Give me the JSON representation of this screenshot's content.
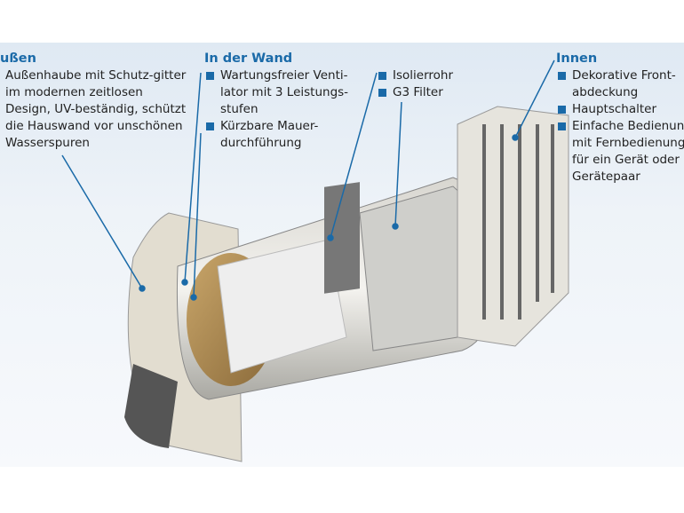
{
  "groups": [
    {
      "title": "ußen",
      "items": [
        "Außenhaube mit Schutz-gitter im modernen zeitlosen Design, UV-beständig, schützt die Hauswand vor unschönen Wasserspuren"
      ],
      "bullets": false
    },
    {
      "title": "In der Wand",
      "items": [
        "Wartungsfreier Venti-lator mit 3 Leistungs-stufen",
        "Kürzbare Mauer-durchführung"
      ],
      "bullets": true
    },
    {
      "title": "",
      "items": [
        "Isolierrohr",
        "G3 Filter"
      ],
      "bullets": true
    },
    {
      "title": "Innen",
      "items": [
        "Dekorative Front-abdeckung",
        "Hauptschalter",
        "Einfache Bedienun mit Fernbedienung für ein Gerät oder Gerätepaar"
      ],
      "bullets": true
    }
  ],
  "colors": {
    "accent": "#1a6aa8"
  }
}
